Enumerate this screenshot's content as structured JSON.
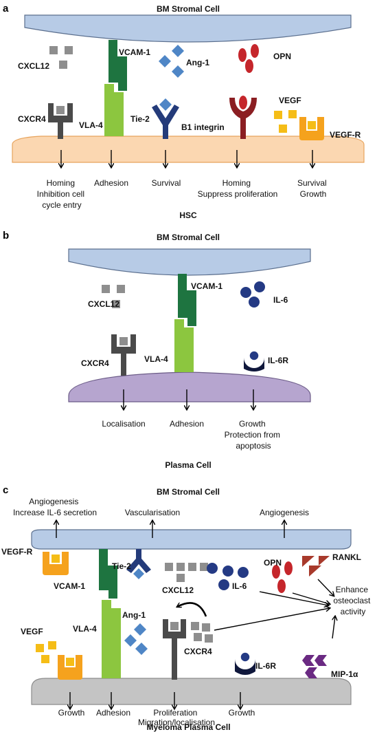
{
  "colors": {
    "stroma": "#b7cbe6",
    "stroma_edge": "#5b6f8e",
    "hsc": "#fbd7b1",
    "hsc_edge": "#e7a35c",
    "plasma": "#b6a5cf",
    "plasma_edge": "#6a5a86",
    "myeloma": "#c4c4c4",
    "myeloma_edge": "#8c8c8c",
    "cxcl12": "#8e8e8e",
    "cxcr4": "#4a4a4a",
    "vcam1": "#1e7440",
    "vla4": "#8cc63f",
    "ang1": "#4f86c6",
    "tie2": "#243b7a",
    "opn": "#c5262b",
    "b1integrin": "#8b1e22",
    "vegf": "#f5bd17",
    "vegfr": "#f5a21d",
    "il6": "#243a84",
    "il6r": "#10183c",
    "rankl": "#a83a2c",
    "mip1a": "#6a2a82"
  },
  "icons": [
    "cxcl12-square-icon",
    "cxcr4-receptor-icon",
    "vcam1-bar-icon",
    "vla4-bar-icon",
    "ang1-diamond-icon",
    "tie2-y-receptor-icon",
    "opn-oval-icon",
    "b1-integrin-icon",
    "vegf-square-icon",
    "vegfr-cup-icon",
    "il6-circle-icon",
    "il6r-cup-icon",
    "rankl-triangle-icon",
    "mip1a-chevron-icon",
    "arrow-icon"
  ],
  "panel_a": {
    "letter": "a",
    "top": "BM Stromal Cell",
    "bottom": "HSC",
    "labels": {
      "cxcl12": "CXCL12",
      "vcam1": "VCAM-1",
      "ang1": "Ang-1",
      "opn": "OPN",
      "cxcr4": "CXCR4",
      "vla4": "VLA-4",
      "tie2": "Tie-2",
      "b1": "B1 integrin",
      "vegf": "VEGF",
      "vegfr": "VEGF-R"
    },
    "outcomes": {
      "o1": [
        "Homing",
        "Inhibition cell",
        "cycle entry"
      ],
      "o2": [
        "Adhesion"
      ],
      "o3": [
        "Survival"
      ],
      "o4": [
        "Homing",
        "Suppress proliferation"
      ],
      "o5": [
        "Survival",
        "Growth"
      ]
    }
  },
  "panel_b": {
    "letter": "b",
    "top": "BM Stromal Cell",
    "bottom": "Plasma Cell",
    "labels": {
      "cxcl12": "CXCL12",
      "vcam1": "VCAM-1",
      "il6": "IL-6",
      "cxcr4": "CXCR4",
      "vla4": "VLA-4",
      "il6r": "IL-6R"
    },
    "outcomes": {
      "o1": [
        "Localisation"
      ],
      "o2": [
        "Adhesion"
      ],
      "o3": [
        "Growth",
        "Protection from",
        "apoptosis"
      ]
    }
  },
  "panel_c": {
    "letter": "c",
    "top": "BM Stromal Cell",
    "bottom": "Myeloma Plasma Cell",
    "top_outcomes": {
      "t1": [
        "Angiogenesis",
        "Increase IL-6 secretion"
      ],
      "t2": [
        "Vascularisation"
      ],
      "t3": [
        "Angiogenesis"
      ]
    },
    "labels": {
      "vegfr": "VEGF-R",
      "vcam1": "VCAM-1",
      "tie2": "Tie-2",
      "cxcl12": "CXCL12",
      "il6": "IL-6",
      "opn": "OPN",
      "rankl": "RANKL",
      "vegf": "VEGF",
      "vla4": "VLA-4",
      "ang1": "Ang-1",
      "cxcr4": "CXCR4",
      "il6r": "IL-6R",
      "mip1a": "MIP-1α",
      "enhance": [
        "Enhance",
        "osteoclast",
        "activity"
      ]
    },
    "outcomes": {
      "o1": [
        "Growth"
      ],
      "o2": [
        "Adhesion"
      ],
      "o3": [
        "Proliferation",
        "Migration/localisation"
      ],
      "o4": [
        "Growth"
      ]
    }
  }
}
